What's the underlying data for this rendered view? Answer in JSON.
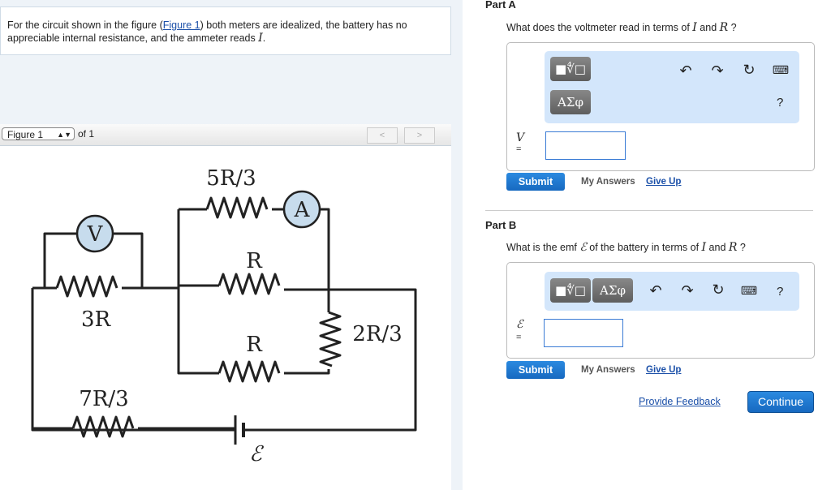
{
  "intro": {
    "text_before": "For the circuit shown in the figure (",
    "link": "Figure 1",
    "text_after": ") both meters are idealized, the battery has no appreciable internal resistance, and the ammeter reads ",
    "var": "I",
    "end": "."
  },
  "figure_nav": {
    "selected": "Figure 1",
    "of": "of 1",
    "prev": "<",
    "next": ">"
  },
  "circuit": {
    "labels": {
      "r_top": "5R/3",
      "ammeter": "A",
      "voltmeter": "V",
      "r_mid": "R",
      "r_left": "3R",
      "r_bottom": "R",
      "r_right": "2R/3",
      "r_battery": "7R/3",
      "emf": "ℰ"
    }
  },
  "partA": {
    "title": "Part A",
    "question_before": "What does the voltmeter read in terms of ",
    "v1": "I",
    "and": " and ",
    "v2": "R",
    "question_end": " ?",
    "templates_btn": "■∜□",
    "greek_btn": "ΑΣφ",
    "help": "?",
    "var_label": "V",
    "equals": "=",
    "submit": "Submit",
    "my_answers": "My Answers",
    "give_up": "Give Up"
  },
  "partB": {
    "title": "Part B",
    "question_before": "What is the emf ",
    "emf": "ℰ",
    "question_mid": " of the battery in terms of ",
    "v1": "I",
    "and": " and ",
    "v2": "R",
    "question_end": " ?",
    "templates_btn": "■∜□",
    "greek_btn": "ΑΣφ",
    "help": "?",
    "var_label": "ℰ",
    "equals": "=",
    "submit": "Submit",
    "my_answers": "My Answers",
    "give_up": "Give Up"
  },
  "footer": {
    "feedback": "Provide Feedback",
    "continue": "Continue"
  },
  "colors": {
    "accent": "#1769c0",
    "toolbar": "#d3e6fb",
    "meter": "#c7dced"
  }
}
